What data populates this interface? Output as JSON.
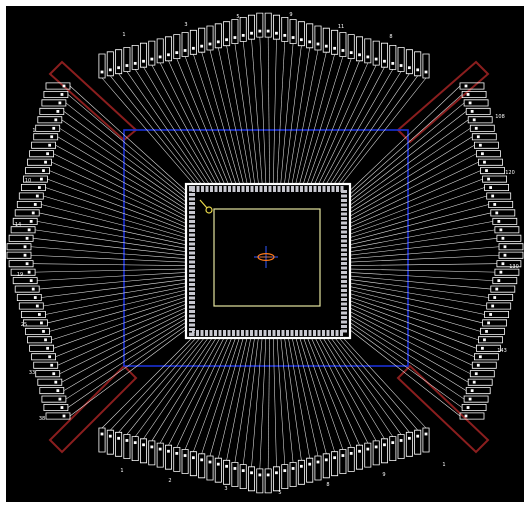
{
  "colors": {
    "background": "#000000",
    "page": "#ffffff",
    "wire": "#e6e6e6",
    "lead": "#ffffff",
    "package_outline": "#1a2fd6",
    "tie_bar": "#8a1e1e",
    "die": "#ffffff",
    "die_pad": "#c8c8d0",
    "core": "#e6e6a0",
    "marker": "#2f57ff",
    "fiducial": "#ff7a1a",
    "pin1_marker": "#e8d84a"
  },
  "icons": {
    "origin": "crosshair-icon",
    "pin1": "pin1-marker-icon"
  },
  "package": {
    "leads_per_side": 40,
    "sides": [
      "top",
      "right",
      "bottom",
      "left"
    ]
  },
  "pin_labels": {
    "top": [
      "1",
      "3",
      "5",
      "9",
      "11",
      "8"
    ],
    "right": [
      "108",
      "120",
      "130",
      "143"
    ],
    "bottom": [
      "1",
      "2",
      "3",
      "5",
      "8",
      "9",
      "1"
    ],
    "left": [
      "1",
      "10",
      "14",
      "19",
      "25",
      "33",
      "38"
    ]
  }
}
